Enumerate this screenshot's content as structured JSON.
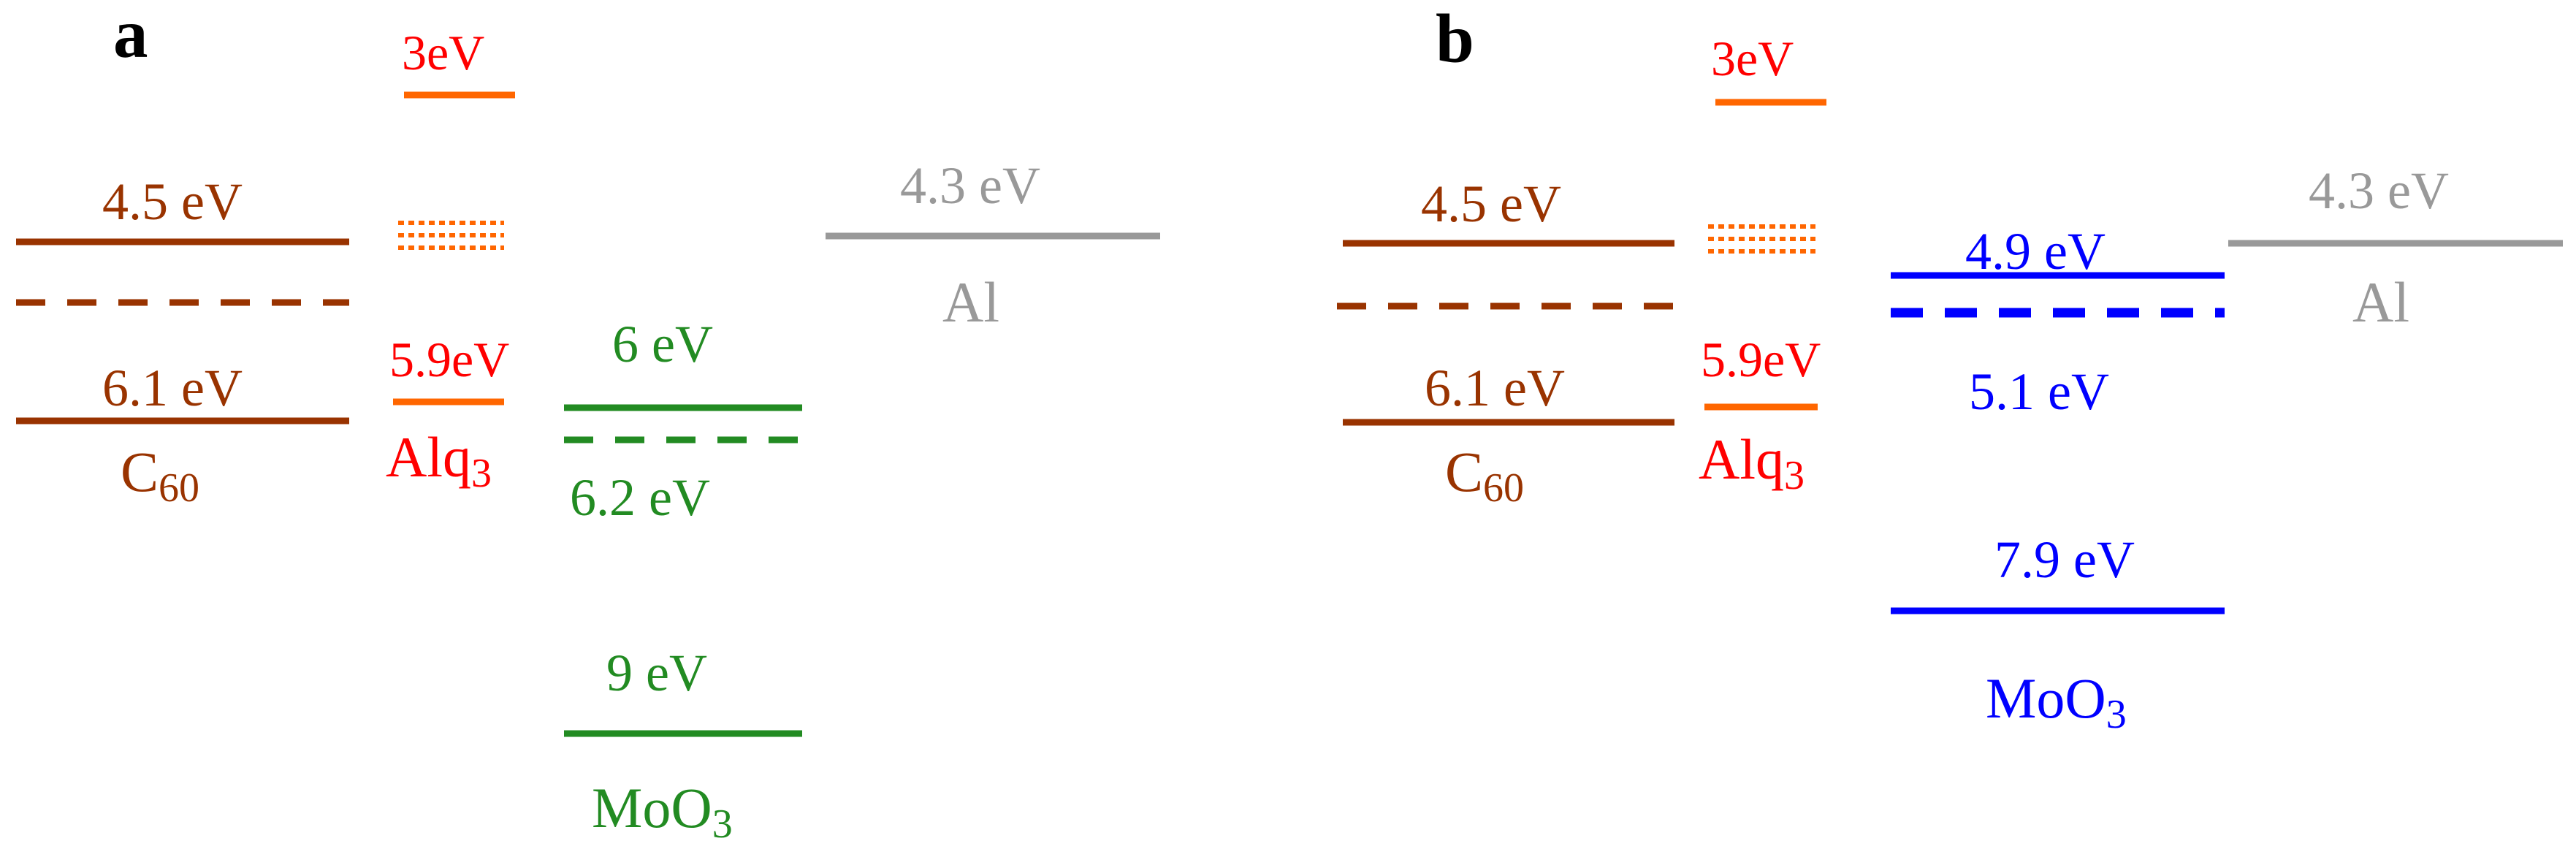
{
  "panel_a": {
    "label": "a",
    "c60_lumo": "4.5 eV",
    "c60_homo": "6.1 eV",
    "c60_name": "C",
    "c60_sub": "60",
    "alq3_lumo": "3eV",
    "alq3_homo": "5.9eV",
    "alq3_name": "Alq",
    "alq3_sub": "3",
    "moo3_level1": "6 eV",
    "moo3_level2": "6.2 eV",
    "moo3_level3": "9 eV",
    "moo3_name": "MoO",
    "moo3_sub": "3",
    "al_level": "4.3 eV",
    "al_name": "Al"
  },
  "panel_b": {
    "label": "b",
    "c60_lumo": "4.5 eV",
    "c60_homo": "6.1 eV",
    "c60_name": "C",
    "c60_sub": "60",
    "alq3_lumo": "3eV",
    "alq3_homo": "5.9eV",
    "alq3_name": "Alq",
    "alq3_sub": "3",
    "moo3_level1": "4.9 eV",
    "moo3_level2": "5.1 eV",
    "moo3_level3": "7.9 eV",
    "moo3_name": "MoO",
    "moo3_sub": "3",
    "al_level": "4.3 eV",
    "al_name": "Al"
  },
  "colors": {
    "c60": "#993300",
    "alq3_text": "#ff0000",
    "alq3_line": "#ff6600",
    "moo3_a": "#228b22",
    "moo3_b": "#0000ff",
    "al": "#999999"
  }
}
